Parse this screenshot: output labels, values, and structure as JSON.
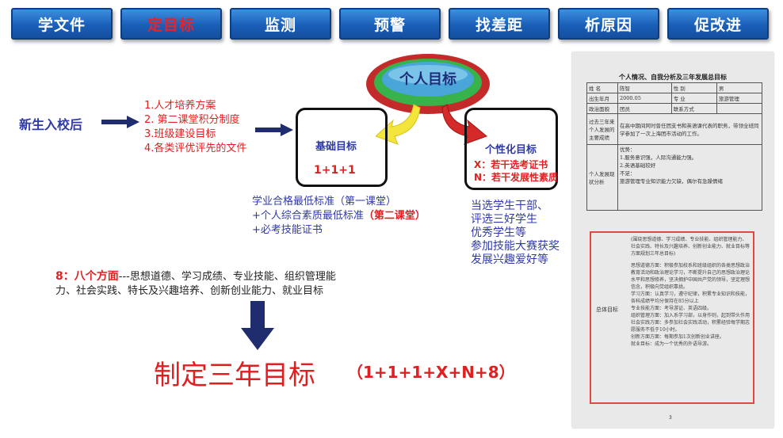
{
  "tabs": [
    {
      "label": "学文件",
      "active": false
    },
    {
      "label": "定目标",
      "active": true
    },
    {
      "label": "监测",
      "active": false
    },
    {
      "label": "预警",
      "active": false
    },
    {
      "label": "找差距",
      "active": false
    },
    {
      "label": "析原因",
      "active": false
    },
    {
      "label": "促改进",
      "active": false
    }
  ],
  "flow": {
    "start_label": "新生入校后",
    "docs": [
      "1.人才培养方案",
      "2. 第二课堂积分制度",
      "3.班级建设目标",
      "4.各类评优评先的文件"
    ],
    "center_oval": "个人目标",
    "basic_title": "基础目标",
    "basic_formula": "1+1+1",
    "personal_title": "个性化目标",
    "personal_x": "X：若干选考证书",
    "personal_n": "N：若干发展性素质",
    "basic_desc": [
      "学业合格最低标准（第一课堂）",
      "+个人综合素质最低标准",
      "（第二课堂）",
      "+必考技能证书"
    ],
    "personal_desc": [
      "当选学生干部、",
      "评选三好学生",
      "优秀学生等",
      "参加技能大赛获奖",
      "发展兴趣爱好等"
    ],
    "eight_label": "8：八个方面",
    "eight_text_1": "---思想道德、学习成绩、专业技能、组织管理能",
    "eight_text_2": "力、社会实践、特长及兴趣培养、创新创业能力、就业目标",
    "final_title": "制定三年目标",
    "final_formula": "（1+1+1+X+N+8）"
  },
  "document": {
    "title": "个人情况、自我分析及三年发展总目标",
    "row1": [
      "姓 名",
      "陈智",
      "性 别",
      "男"
    ],
    "row2": [
      "出生年月",
      "2000.05",
      "专 业",
      "旅游管理"
    ],
    "row3": [
      "政治面貌",
      "团员",
      "联系方式",
      ""
    ],
    "section_past": "过去三年来个人发展的主要成绩",
    "past_text": "在高中期间阿时曾任团支书和英语课代表的职务，带领全班同学参加了一次上海团市活动的工作。",
    "section_analysis": "个人发展现状分析",
    "strengths_label": "优势：",
    "strengths": [
      "1.服务意识强，人际沟通能力强。",
      "2.英语基础较好"
    ],
    "weakness_label": "不足：",
    "weakness": "旅游管理专业知识能力欠缺，偶尔有急躁情绪",
    "section_goal": "总体目标",
    "goal_intro": "(围绕思想道德、学习成绩、专业技能、组织管理能力、社会实践、特长及兴趣培养、创新创业能力、就业目标等方面规划三年总目标)",
    "goal_items": [
      "思想道德方面：积极参加校系和班级组织的各类思想政治教育活动和政治理论学习，不断提升自己的思想政治理论水平和思想修养，坚决拥护中国共产党的领导，坚定理想信念，积极向党组织靠拢。",
      "学习方面：认真学习，遵守纪律，积累专业知识和技能，各科成绩平均分保持在85分以上",
      "专业技能方面：考导游证、英语四级。",
      "组织管理方面：加入系学习部，以身作则，起到带头作用",
      "社会实践方面：多参加社会实践活动，积累经验每学期志愿服务不低于10小时。",
      "创新方面方面：每期参加1次创新创业讲座。",
      "就业目标：成为一个优秀的外语导游。"
    ],
    "page_number": "3"
  }
}
